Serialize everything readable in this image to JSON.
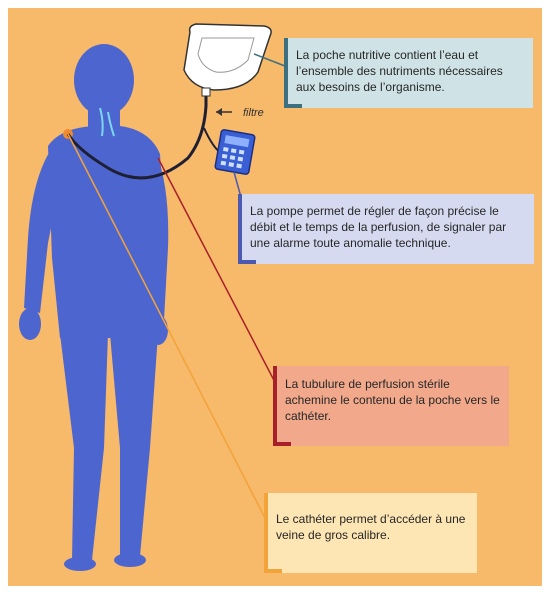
{
  "colors": {
    "background": "#f7b96a",
    "body_silhouette": "#4d66cf",
    "pump": "#3a5fd4",
    "tube": "#1f1f33",
    "line_poche": "#3c6f80",
    "line_pompe": "#4b59b0",
    "line_tubulure": "#a8202a",
    "line_catheter": "#f2a33a"
  },
  "icons": {
    "bag": "nutrition-bag-icon",
    "pump": "infusion-pump-icon",
    "body": "human-body-silhouette"
  },
  "labels": {
    "filtre": "filtre"
  },
  "callouts": {
    "poche": "La poche nutritive contient l’eau et l’ensemble des nutriments nécessaires aux besoins de l’organisme.",
    "pompe": "La pompe permet de régler de façon précise le débit et le temps de la perfusion, de signaler par une alarme toute anomalie technique.",
    "tubulure": "La tubulure de perfusion stérile achemine le contenu de la poche vers le cathéter.",
    "catheter": "Le cathéter permet d’accéder à une veine de gros calibre."
  }
}
